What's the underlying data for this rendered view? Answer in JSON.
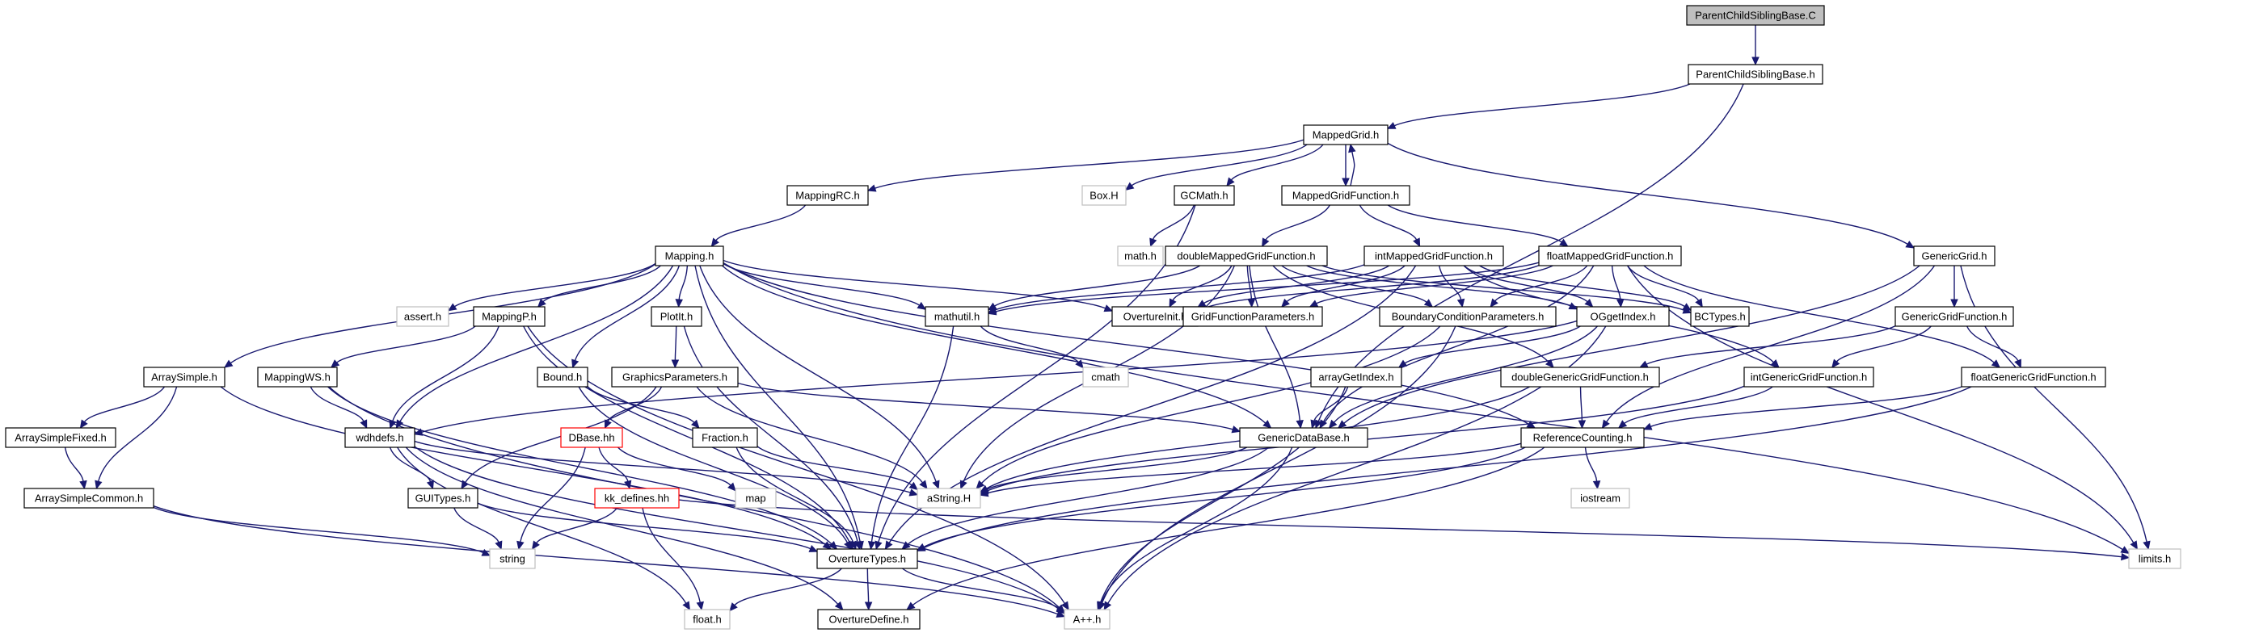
{
  "graph": {
    "nodes": [
      {
        "id": "pcsb_c",
        "label": "ParentChildSiblingBase.C",
        "kind": "root"
      },
      {
        "id": "pcsb_h",
        "label": "ParentChildSiblingBase.h",
        "kind": "normal"
      },
      {
        "id": "mappedgrid",
        "label": "MappedGrid.h",
        "kind": "normal"
      },
      {
        "id": "mappingrc",
        "label": "MappingRC.h",
        "kind": "normal"
      },
      {
        "id": "boxH",
        "label": "Box.H",
        "kind": "missing"
      },
      {
        "id": "gcmath",
        "label": "GCMath.h",
        "kind": "normal"
      },
      {
        "id": "mgf",
        "label": "MappedGridFunction.h",
        "kind": "normal"
      },
      {
        "id": "genericgrid",
        "label": "GenericGrid.h",
        "kind": "normal"
      },
      {
        "id": "mathh",
        "label": "math.h",
        "kind": "missing"
      },
      {
        "id": "mapping",
        "label": "Mapping.h",
        "kind": "normal"
      },
      {
        "id": "dmgf",
        "label": "doubleMappedGridFunction.h",
        "kind": "normal"
      },
      {
        "id": "imgf",
        "label": "intMappedGridFunction.h",
        "kind": "normal"
      },
      {
        "id": "fmgf",
        "label": "floatMappedGridFunction.h",
        "kind": "normal"
      },
      {
        "id": "assert",
        "label": "assert.h",
        "kind": "missing"
      },
      {
        "id": "mappingp",
        "label": "MappingP.h",
        "kind": "normal"
      },
      {
        "id": "plotit",
        "label": "PlotIt.h",
        "kind": "normal"
      },
      {
        "id": "mathutil",
        "label": "mathutil.h",
        "kind": "normal"
      },
      {
        "id": "ovinit",
        "label": "OvertureInit.h",
        "kind": "normal"
      },
      {
        "id": "gfparams",
        "label": "GridFunctionParameters.h",
        "kind": "normal"
      },
      {
        "id": "bcparams",
        "label": "BoundaryConditionParameters.h",
        "kind": "normal"
      },
      {
        "id": "ogetindex",
        "label": "OGgetIndex.h",
        "kind": "normal"
      },
      {
        "id": "bctypes",
        "label": "BCTypes.h",
        "kind": "normal"
      },
      {
        "id": "ggf",
        "label": "GenericGridFunction.h",
        "kind": "normal"
      },
      {
        "id": "arraysimple",
        "label": "ArraySimple.h",
        "kind": "normal"
      },
      {
        "id": "mappingws",
        "label": "MappingWS.h",
        "kind": "normal"
      },
      {
        "id": "bound",
        "label": "Bound.h",
        "kind": "normal"
      },
      {
        "id": "graphparams",
        "label": "GraphicsParameters.h",
        "kind": "normal"
      },
      {
        "id": "cmath",
        "label": "cmath",
        "kind": "missing"
      },
      {
        "id": "arraygetindex",
        "label": "arrayGetIndex.h",
        "kind": "normal"
      },
      {
        "id": "dggf",
        "label": "doubleGenericGridFunction.h",
        "kind": "normal"
      },
      {
        "id": "iggf",
        "label": "intGenericGridFunction.h",
        "kind": "normal"
      },
      {
        "id": "fggf",
        "label": "floatGenericGridFunction.h",
        "kind": "normal"
      },
      {
        "id": "asfixed",
        "label": "ArraySimpleFixed.h",
        "kind": "normal"
      },
      {
        "id": "wdhdefs",
        "label": "wdhdefs.h",
        "kind": "normal"
      },
      {
        "id": "dbase",
        "label": "DBase.hh",
        "kind": "red"
      },
      {
        "id": "fraction",
        "label": "Fraction.h",
        "kind": "normal"
      },
      {
        "id": "gdb",
        "label": "GenericDataBase.h",
        "kind": "normal"
      },
      {
        "id": "refcount",
        "label": "ReferenceCounting.h",
        "kind": "normal"
      },
      {
        "id": "ascommon",
        "label": "ArraySimpleCommon.h",
        "kind": "normal"
      },
      {
        "id": "guitypes",
        "label": "GUITypes.h",
        "kind": "normal"
      },
      {
        "id": "kkdefines",
        "label": "kk_defines.hh",
        "kind": "red"
      },
      {
        "id": "map",
        "label": "map",
        "kind": "missing"
      },
      {
        "id": "astring",
        "label": "aString.H",
        "kind": "missing"
      },
      {
        "id": "iostream",
        "label": "iostream",
        "kind": "missing"
      },
      {
        "id": "string",
        "label": "string",
        "kind": "missing"
      },
      {
        "id": "ovtypes",
        "label": "OvertureTypes.h",
        "kind": "normal"
      },
      {
        "id": "limits",
        "label": "limits.h",
        "kind": "missing"
      },
      {
        "id": "floath",
        "label": "float.h",
        "kind": "missing"
      },
      {
        "id": "ovdefine",
        "label": "OvertureDefine.h",
        "kind": "normal"
      },
      {
        "id": "app",
        "label": "A++.h",
        "kind": "missing"
      }
    ],
    "edges": [
      [
        "pcsb_c",
        "pcsb_h"
      ],
      [
        "pcsb_h",
        "mappedgrid"
      ],
      [
        "pcsb_h",
        "gdb"
      ],
      [
        "mappedgrid",
        "mappingrc"
      ],
      [
        "mappedgrid",
        "boxH"
      ],
      [
        "mappedgrid",
        "gcmath"
      ],
      [
        "mappedgrid",
        "mgf"
      ],
      [
        "mappedgrid",
        "genericgrid"
      ],
      [
        "mgf",
        "mappedgrid"
      ],
      [
        "mgf",
        "dmgf"
      ],
      [
        "mgf",
        "imgf"
      ],
      [
        "mgf",
        "fmgf"
      ],
      [
        "gcmath",
        "mathh"
      ],
      [
        "gcmath",
        "ovtypes"
      ],
      [
        "mappingrc",
        "mapping"
      ],
      [
        "mapping",
        "arraysimple"
      ],
      [
        "mapping",
        "assert"
      ],
      [
        "mapping",
        "mappingp"
      ],
      [
        "mapping",
        "wdhdefs"
      ],
      [
        "mapping",
        "bound"
      ],
      [
        "mapping",
        "plotit"
      ],
      [
        "mapping",
        "mathutil"
      ],
      [
        "mapping",
        "ovinit"
      ],
      [
        "mapping",
        "gdb"
      ],
      [
        "mapping",
        "refcount"
      ],
      [
        "mapping",
        "astring"
      ],
      [
        "mapping",
        "ovtypes"
      ],
      [
        "mapping",
        "limits"
      ],
      [
        "dmgf",
        "mathutil"
      ],
      [
        "dmgf",
        "ovinit"
      ],
      [
        "dmgf",
        "gfparams"
      ],
      [
        "dmgf",
        "bcparams"
      ],
      [
        "dmgf",
        "ogetindex"
      ],
      [
        "dmgf",
        "dggf"
      ],
      [
        "dmgf",
        "bctypes"
      ],
      [
        "dmgf",
        "astring"
      ],
      [
        "dmgf",
        "gdb"
      ],
      [
        "imgf",
        "mathutil"
      ],
      [
        "imgf",
        "ovinit"
      ],
      [
        "imgf",
        "gfparams"
      ],
      [
        "imgf",
        "bcparams"
      ],
      [
        "imgf",
        "ogetindex"
      ],
      [
        "imgf",
        "iggf"
      ],
      [
        "imgf",
        "bctypes"
      ],
      [
        "imgf",
        "ovtypes"
      ],
      [
        "fmgf",
        "mathutil"
      ],
      [
        "fmgf",
        "ovinit"
      ],
      [
        "fmgf",
        "gfparams"
      ],
      [
        "fmgf",
        "bcparams"
      ],
      [
        "fmgf",
        "ogetindex"
      ],
      [
        "fmgf",
        "fggf"
      ],
      [
        "fmgf",
        "bctypes"
      ],
      [
        "fmgf",
        "limits"
      ],
      [
        "fmgf",
        "gdb"
      ],
      [
        "genericgrid",
        "ggf"
      ],
      [
        "genericgrid",
        "gdb"
      ],
      [
        "genericgrid",
        "refcount"
      ],
      [
        "genericgrid",
        "limits"
      ],
      [
        "ggf",
        "dggf"
      ],
      [
        "ggf",
        "iggf"
      ],
      [
        "ggf",
        "fggf"
      ],
      [
        "mathutil",
        "cmath"
      ],
      [
        "mathutil",
        "ovtypes"
      ],
      [
        "ogetindex",
        "arraygetindex"
      ],
      [
        "ogetindex",
        "wdhdefs"
      ],
      [
        "ogetindex",
        "gdb"
      ],
      [
        "ogetindex",
        "app"
      ],
      [
        "bcparams",
        "astring"
      ],
      [
        "bcparams",
        "app"
      ],
      [
        "arraygetindex",
        "gdb"
      ],
      [
        "arraygetindex",
        "app"
      ],
      [
        "dggf",
        "refcount"
      ],
      [
        "dggf",
        "astring"
      ],
      [
        "iggf",
        "refcount"
      ],
      [
        "iggf",
        "astring"
      ],
      [
        "fggf",
        "refcount"
      ],
      [
        "fggf",
        "ovtypes"
      ],
      [
        "arraysimple",
        "asfixed"
      ],
      [
        "arraysimple",
        "ascommon"
      ],
      [
        "arraysimple",
        "ovtypes"
      ],
      [
        "asfixed",
        "ascommon"
      ],
      [
        "ascommon",
        "string"
      ],
      [
        "ascommon",
        "app"
      ],
      [
        "mappingp",
        "mappingws"
      ],
      [
        "mappingp",
        "wdhdefs"
      ],
      [
        "mappingp",
        "ovtypes"
      ],
      [
        "mappingp",
        "app"
      ],
      [
        "mappingws",
        "wdhdefs"
      ],
      [
        "mappingws",
        "ovtypes"
      ],
      [
        "mappingws",
        "app"
      ],
      [
        "wdhdefs",
        "guitypes"
      ],
      [
        "wdhdefs",
        "astring"
      ],
      [
        "wdhdefs",
        "ovdefine"
      ],
      [
        "wdhdefs",
        "app"
      ],
      [
        "wdhdefs",
        "floath"
      ],
      [
        "bound",
        "fraction"
      ],
      [
        "bound",
        "ovtypes"
      ],
      [
        "plotit",
        "graphparams"
      ],
      [
        "plotit",
        "ovtypes"
      ],
      [
        "graphparams",
        "dbase"
      ],
      [
        "graphparams",
        "guitypes"
      ],
      [
        "graphparams",
        "astring"
      ],
      [
        "graphparams",
        "gdb"
      ],
      [
        "dbase",
        "kkdefines"
      ],
      [
        "dbase",
        "map"
      ],
      [
        "dbase",
        "string"
      ],
      [
        "kkdefines",
        "string"
      ],
      [
        "kkdefines",
        "floath"
      ],
      [
        "kkdefines",
        "limits"
      ],
      [
        "fraction",
        "astring"
      ],
      [
        "fraction",
        "ovtypes"
      ],
      [
        "gdb",
        "astring"
      ],
      [
        "gdb",
        "ovtypes"
      ],
      [
        "gdb",
        "app"
      ],
      [
        "refcount",
        "iostream"
      ],
      [
        "refcount",
        "astring"
      ],
      [
        "refcount",
        "ovtypes"
      ],
      [
        "refcount",
        "ovdefine"
      ],
      [
        "guitypes",
        "string"
      ],
      [
        "guitypes",
        "ovtypes"
      ],
      [
        "ovtypes",
        "floath"
      ],
      [
        "ovtypes",
        "ovdefine"
      ],
      [
        "ovtypes",
        "app"
      ]
    ]
  }
}
